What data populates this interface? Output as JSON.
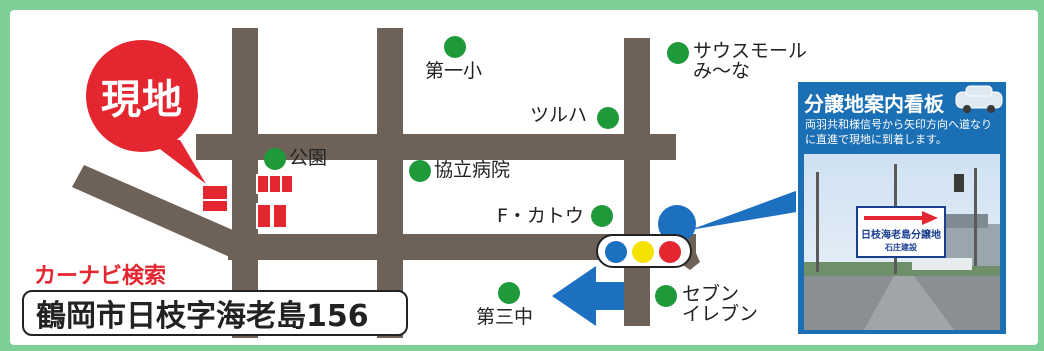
{
  "map": {
    "site_marker": "現地",
    "car_nav_label": "カーナビ検索",
    "address": "鶴岡市日枝字海老島156",
    "landmarks": {
      "school_1": "第一小",
      "sausu_mall_line1": "サウスモール",
      "sausu_mall_line2": "み～な",
      "tsuruha": "ツルハ",
      "park": "公園",
      "kyoritsu_hospital": "協立病院",
      "f_kato": "F・カトウ",
      "school_3": "第三中",
      "seven_line1": "セブン",
      "seven_line2": "イレブン"
    }
  },
  "info_card": {
    "title": "分譲地案内看板",
    "description": "両羽共和様信号から矢印方向へ道なりに直進で現地に到着します。",
    "sign_main": "日枝海老島分譲地",
    "sign_sub": "石庄建設"
  },
  "colors": {
    "frame_green": "#7ccf97",
    "road": "#6e6158",
    "site_red": "#e3262f",
    "landmark_green": "#1f9a3b",
    "arrow_blue": "#1d6fc0",
    "signal_blue": "#1d6fc0",
    "signal_yellow": "#f4e200",
    "signal_red": "#e3262f"
  },
  "icons": [
    "direction-arrow-icon",
    "viewpoint-marker-icon",
    "traffic-signal-icon",
    "car-icon"
  ]
}
